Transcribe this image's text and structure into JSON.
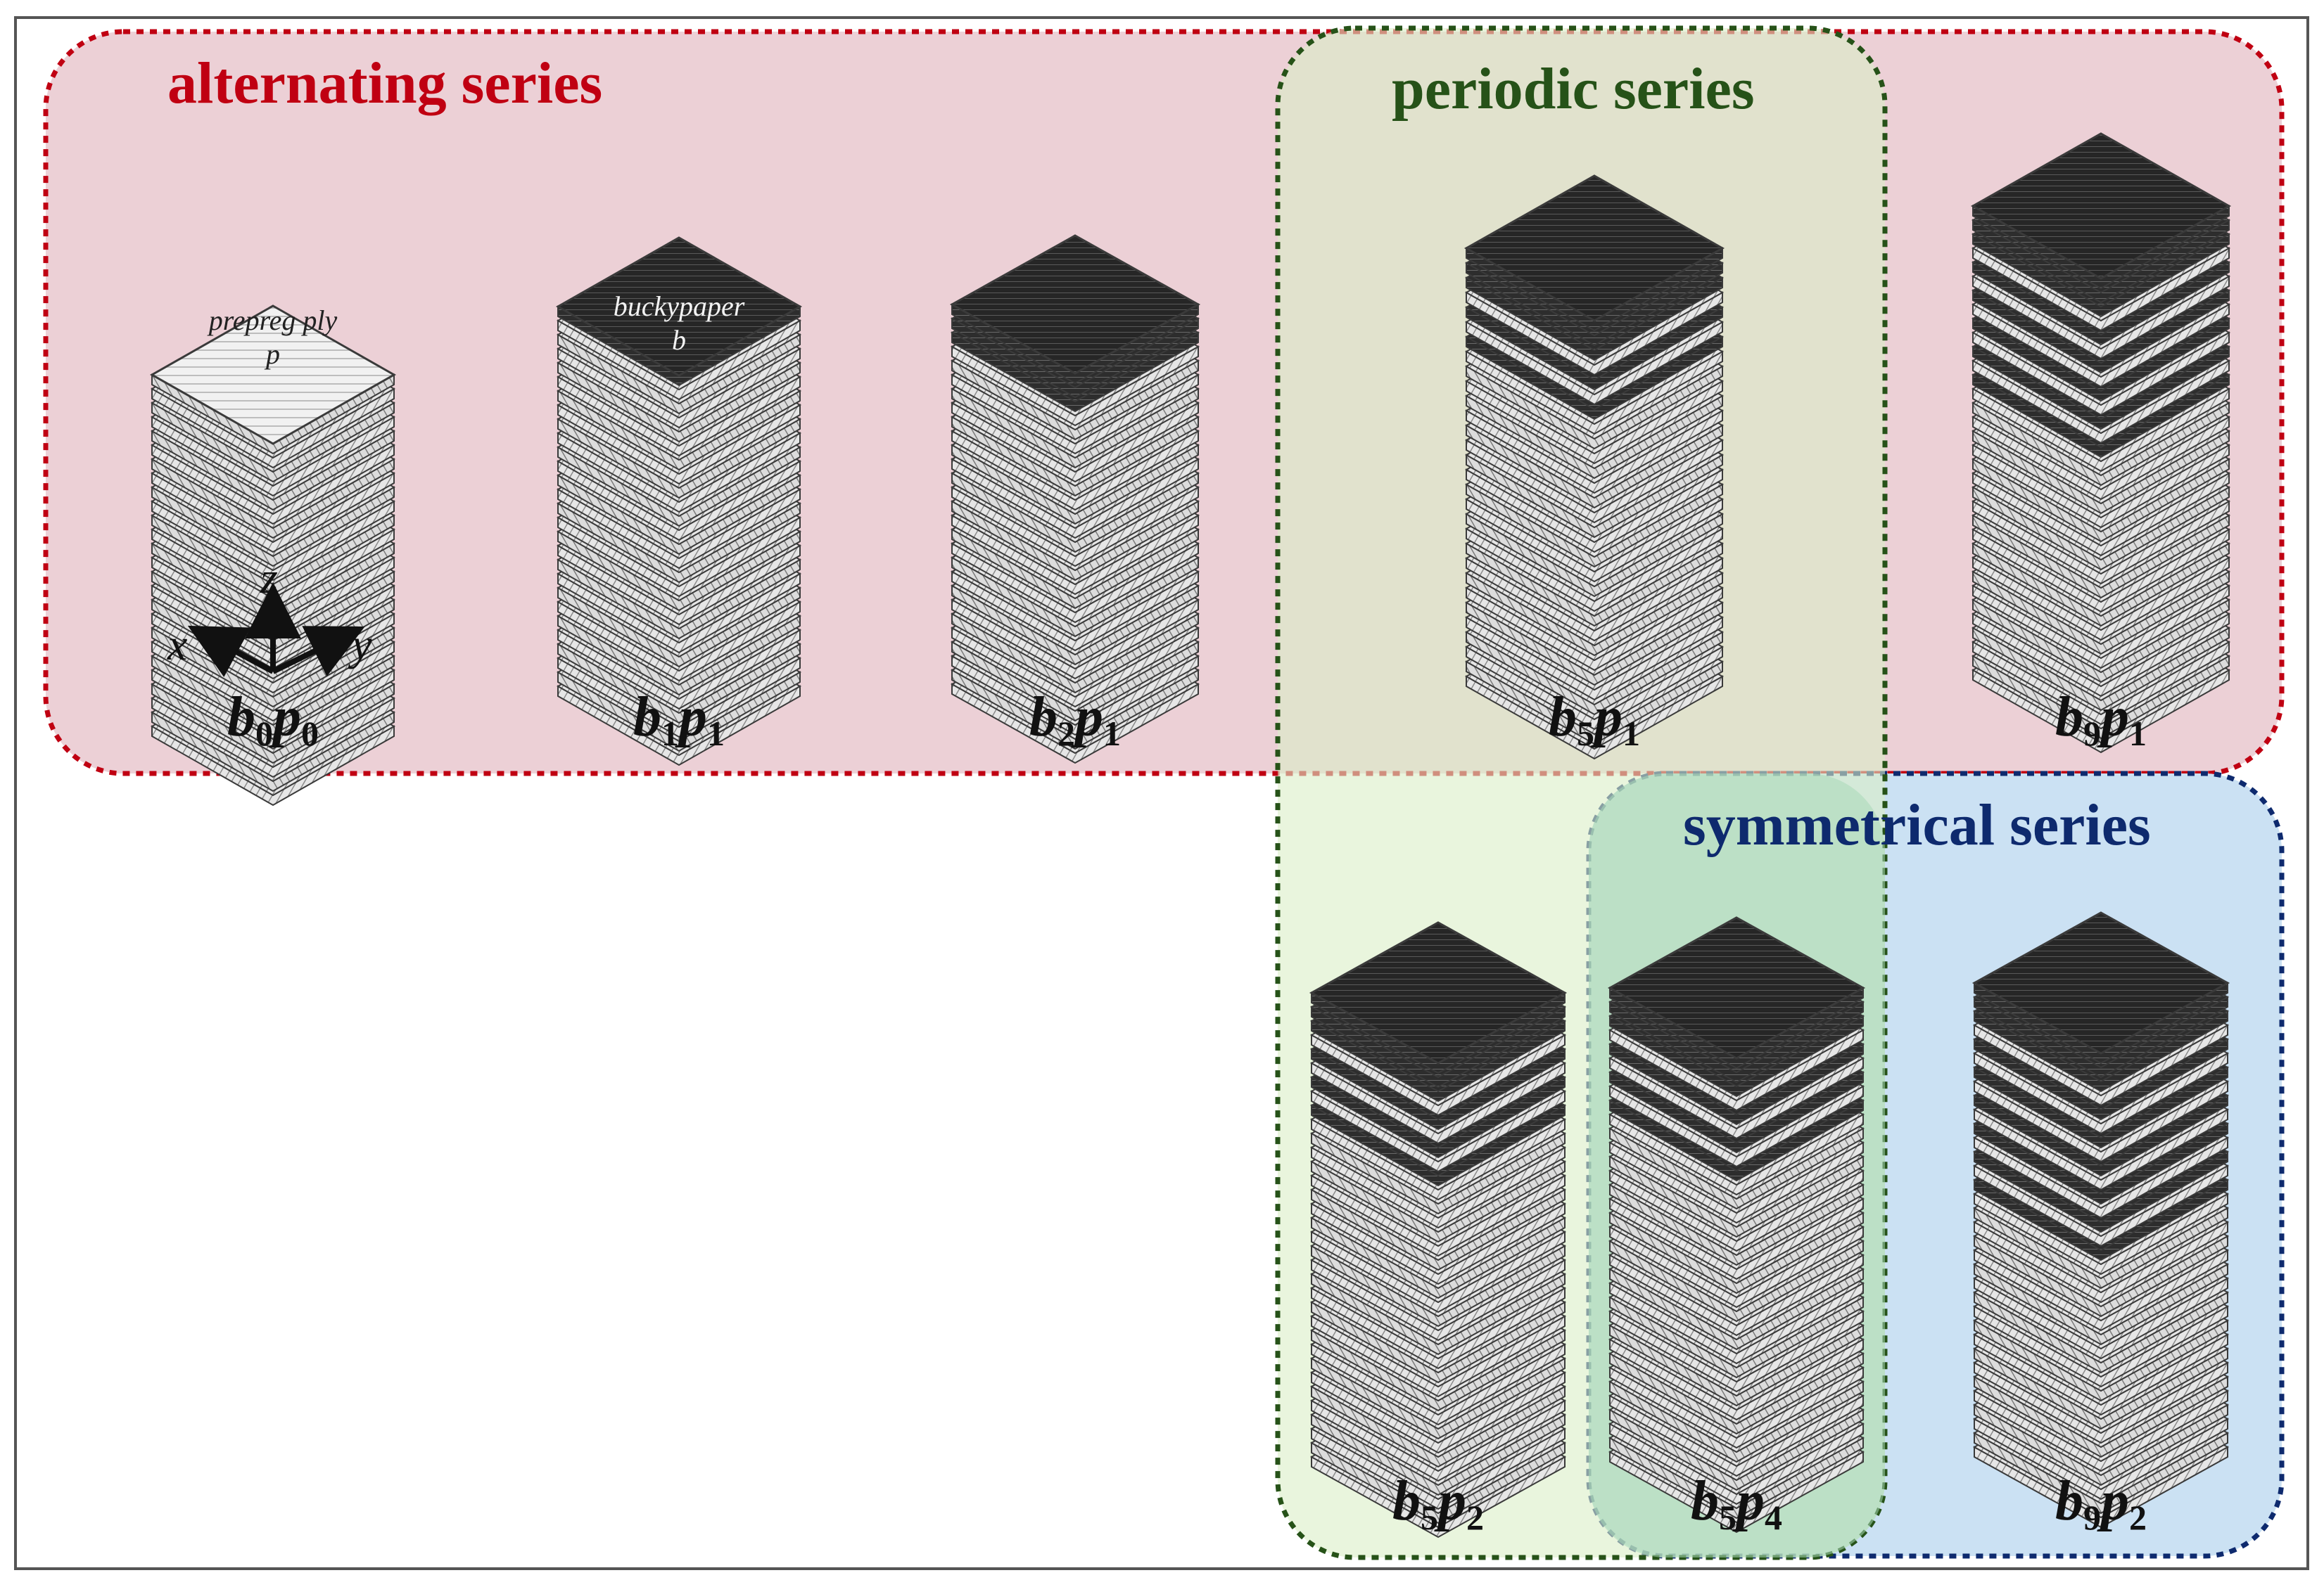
{
  "series": {
    "alternating": {
      "title": "alternating series",
      "color": "#c00012",
      "fill": "#ecd0d6"
    },
    "periodic": {
      "title": "periodic series",
      "color": "#265218",
      "fill": "#dbefc6"
    },
    "symmetrical": {
      "title": "symmetrical series",
      "color": "#0e2a6e",
      "fill": "#cbe1f3"
    }
  },
  "stacks": [
    {
      "id": "b0p0",
      "b": "b",
      "bsub": "0",
      "p": "p",
      "psub": "0"
    },
    {
      "id": "b1p1",
      "b": "b",
      "bsub": "1",
      "p": "p",
      "psub": "1"
    },
    {
      "id": "b2p1",
      "b": "b",
      "bsub": "2",
      "p": "p",
      "psub": "1"
    },
    {
      "id": "b5p1",
      "b": "b",
      "bsub": "5",
      "p": "p",
      "psub": "1"
    },
    {
      "id": "b9p1",
      "b": "b",
      "bsub": "9",
      "p": "p",
      "psub": "1"
    },
    {
      "id": "b5p2",
      "b": "b",
      "bsub": "5",
      "p": "p",
      "psub": "2"
    },
    {
      "id": "b5p4",
      "b": "b",
      "bsub": "5",
      "p": "p",
      "psub": "4"
    },
    {
      "id": "b9p2",
      "b": "b",
      "bsub": "9",
      "p": "p",
      "psub": "2"
    }
  ],
  "annotations": {
    "prepreg": {
      "line1": "prepreg ply",
      "line2": "p"
    },
    "buckypaper": {
      "line1": "buckypaper",
      "line2": "b"
    }
  },
  "axes": {
    "z": "z",
    "x": "x",
    "y": "y"
  },
  "colors": {
    "frame": "#444444",
    "prepreg_top": "#eeeeee",
    "buckypaper_top": "#2a2a2a",
    "side_light": "#d8d8d8",
    "side_dark": "#3a3a3a"
  }
}
